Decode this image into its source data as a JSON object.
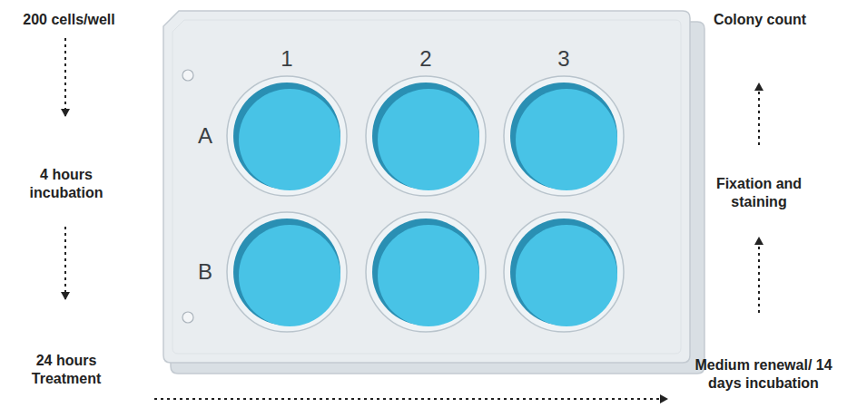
{
  "diagram": {
    "nodes": [
      {
        "text": [
          "1",
          "2",
          "3",
          "A",
          "B"
        ]
      }
    ],
    "labels": [
      "200 cells/well",
      "4 hours incubation",
      "24 hours Treatment",
      "Colony count",
      "Fixation and staining",
      "Medium renewal/ 14 days incubation"
    ]
  }
}
